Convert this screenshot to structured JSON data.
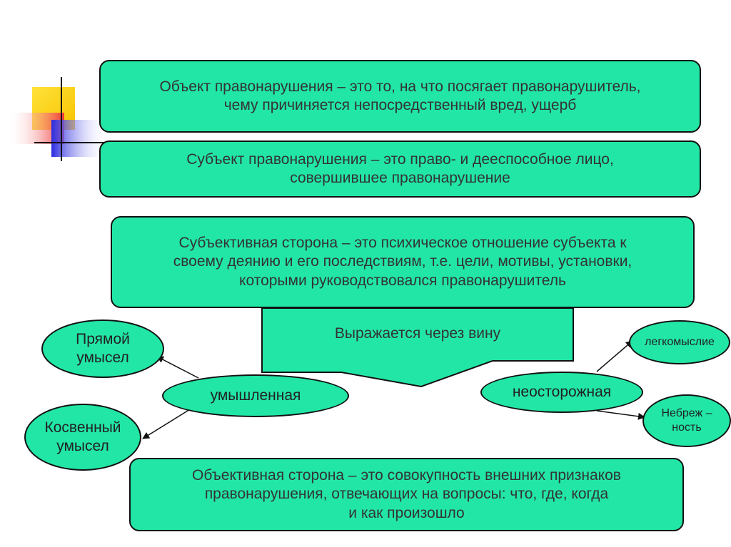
{
  "object_box": {
    "text": "Объект правонарушения – это то, на что посягает правонарушитель,\nчему причиняется непосредственный вред, ущерб"
  },
  "subject_box": {
    "text": "Субъект правонарушения – это право- и дееспособное лицо,\nсовершившее правонарушение"
  },
  "subjective_box": {
    "text": "Субъективная сторона – это психическое отношение субъекта к\nсвоему деянию и его последствиям, т.е. цели, мотивы, установки,\nкоторыми руководствовался правонарушитель"
  },
  "guilt_arrow": {
    "text": "Выражается через вину"
  },
  "intent_oval": {
    "text": "умышленная"
  },
  "negligence_oval": {
    "text": "неосторожная"
  },
  "direct_intent_oval": {
    "text": "Прямой\nумысел"
  },
  "indirect_intent_oval": {
    "text": "Косвенный\nумысел"
  },
  "frivolity_oval": {
    "text": "легкомыслие"
  },
  "carelessness_oval": {
    "text": "Небреж –\nность"
  },
  "objective_box": {
    "text": "Объективная сторона – это совокупность внешних признаков\nправонарушения, отвечающих на вопросы: что, где, когда\nи как произошло"
  },
  "colors": {
    "fill": "#22e6a6",
    "border": "#111111",
    "decor_yellow": "#ffd21a",
    "decor_blue": "#2b2be0",
    "decor_red": "#f04a4a"
  }
}
